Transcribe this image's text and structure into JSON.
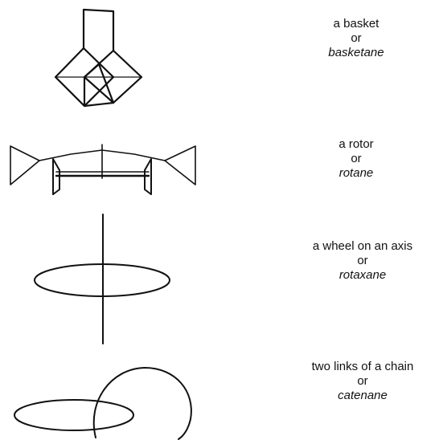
{
  "figures": [
    {
      "id": "basket",
      "icon": "basket-icon",
      "description": "a basket",
      "connector": "or",
      "term": "basketane"
    },
    {
      "id": "rotor",
      "icon": "rotor-icon",
      "description": "a rotor",
      "connector": "or",
      "term": "rotane"
    },
    {
      "id": "wheel",
      "icon": "wheel-on-axis-icon",
      "description": "a wheel on an axis",
      "connector": "or",
      "term": "rotaxane"
    },
    {
      "id": "chain",
      "icon": "chain-links-icon",
      "description": "two links of a chain",
      "connector": "or",
      "term": "catenane"
    }
  ],
  "colors": {
    "ink": "#111111",
    "background": "#ffffff"
  }
}
